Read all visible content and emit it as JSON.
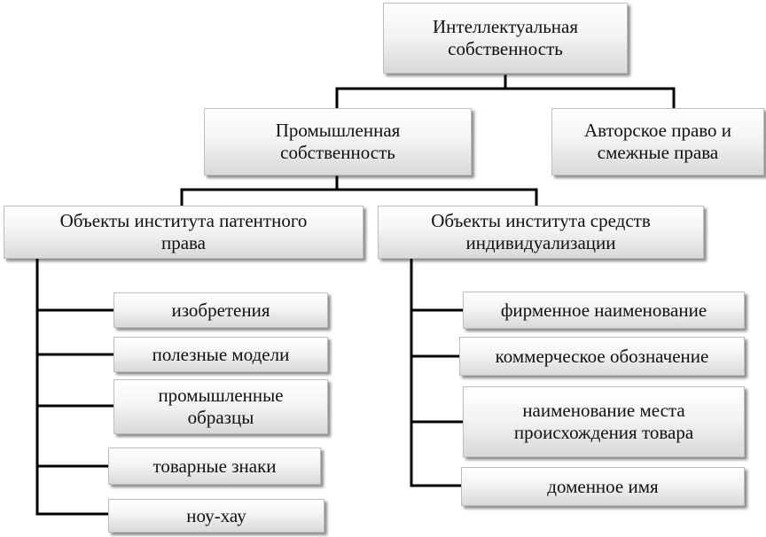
{
  "diagram": {
    "root": "Интеллектуальная\nсобственность",
    "industrial_property": "Промышленная\nсобственность",
    "copyright": "Авторское право и\nсмежные права",
    "patent_objects": "Объекты института патентного\nправа",
    "individualization_objects": "Объекты института средств\nиндивидуализации",
    "patent_items": [
      "изобретения",
      "полезные модели",
      "промышленные\nобразцы",
      "товарные знаки",
      "ноу-хау"
    ],
    "individualization_items": [
      "фирменное наименование",
      "коммерческое обозначение",
      "наименование места\nпроисхождения товара",
      "доменное имя"
    ]
  }
}
